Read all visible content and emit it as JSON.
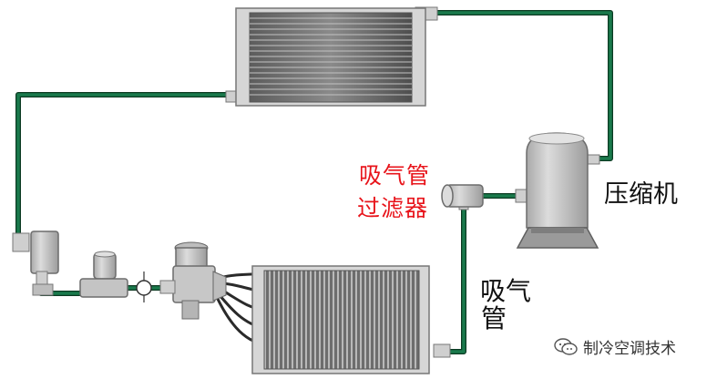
{
  "labels": {
    "suction_filter_line1": "吸气管",
    "suction_filter_line2": "过滤器",
    "compressor": "压缩机",
    "suction_pipe_line1": "吸气",
    "suction_pipe_line2": "管"
  },
  "watermark": {
    "icon": "wechat-icon",
    "text": "制冷空调技术"
  },
  "colors": {
    "pipe": "#1a7a4c",
    "label_red": "#e8141b",
    "label_black": "#111111",
    "component_fill": "#c9c9c9",
    "component_stroke": "#7a7a7a"
  }
}
